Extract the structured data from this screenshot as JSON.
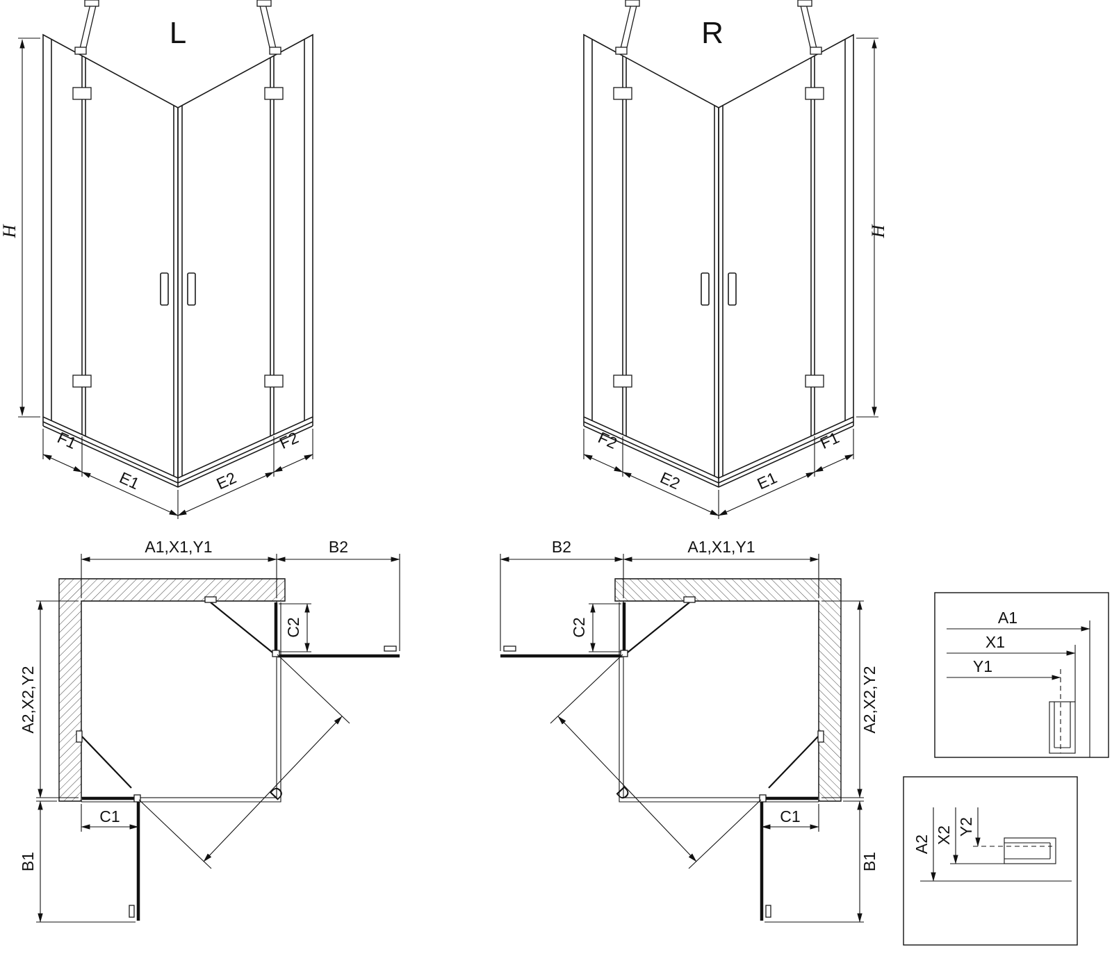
{
  "page": {
    "background": "#ffffff",
    "line_color": "#1a1a1a",
    "description": "Technical dimension diagram of corner-entry shower enclosure, left (L) and right (R) versions, perspective and plan views with profile details"
  },
  "views": {
    "perspective_left": {
      "title": "L"
    },
    "perspective_right": {
      "title": "R"
    }
  },
  "dimension_labels": {
    "h": "H",
    "f1": "F1",
    "e1": "E1",
    "e2": "E2",
    "f2": "F2",
    "a1_x1_y1": "A1,X1,Y1",
    "a2_x2_y2": "A2,X2,Y2",
    "b1": "B1",
    "b2": "B2",
    "c1": "C1",
    "c2": "C2",
    "d": "D"
  },
  "detail_labels": {
    "a1": "A1",
    "x1": "X1",
    "y1": "Y1",
    "a2": "A2",
    "x2": "X2",
    "y2": "Y2"
  }
}
